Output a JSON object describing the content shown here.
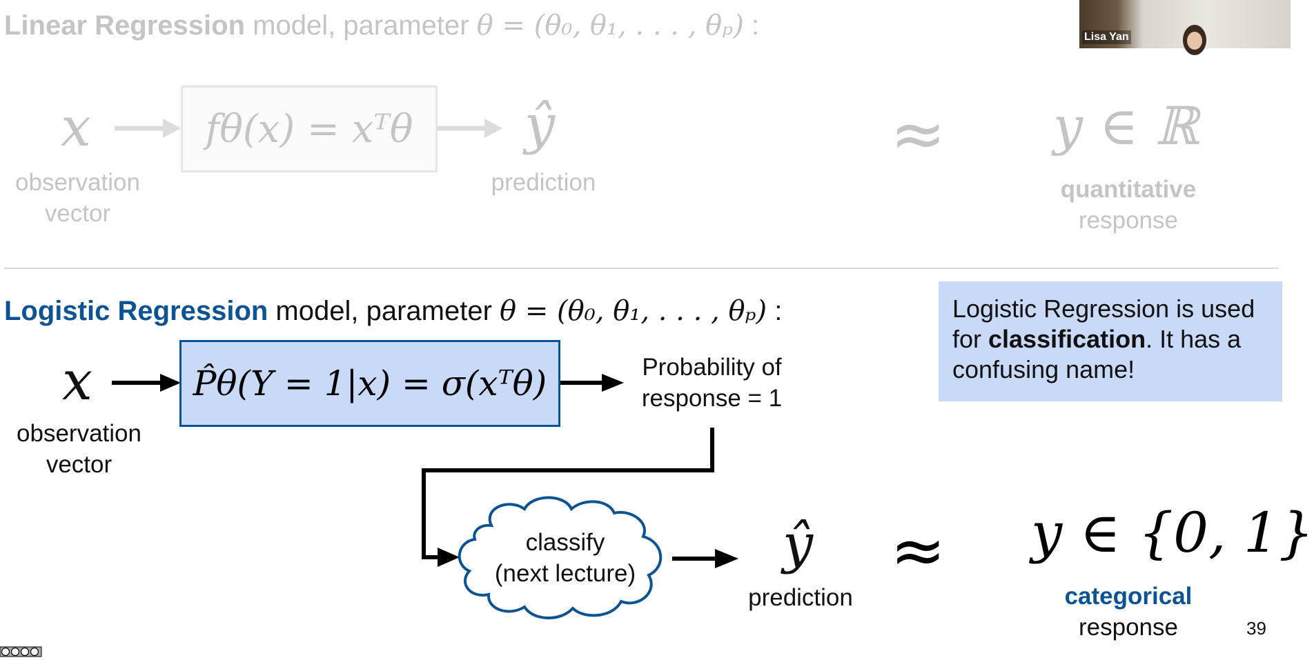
{
  "linear": {
    "title_bold": "Linear Regression",
    "title_rest": " model, parameter ",
    "param": "θ = (θ₀, θ₁, . . . , θₚ)",
    "param_colon": " :",
    "input_var": "x",
    "input_label_line1": "observation",
    "input_label_line2": "vector",
    "model_formula": "fθ(x) = xᵀθ",
    "output_var": "ŷ",
    "output_label": "prediction",
    "approx": "≈",
    "response_formula": "y ∈ ℝ",
    "response_label_bold": "quantitative",
    "response_label_rest": "response"
  },
  "logistic": {
    "title_bold": "Logistic Regression",
    "title_rest": " model, parameter ",
    "param": "θ = (θ₀, θ₁, . . . , θₚ)",
    "param_colon": " :",
    "input_var": "x",
    "input_label_line1": "observation",
    "input_label_line2": "vector",
    "model_formula": "P̂θ(Y = 1|x) = σ(xᵀθ)",
    "prob_label_line1": "Probability of",
    "prob_label_line2": "response = 1",
    "classify_line1": "classify",
    "classify_line2": "(next lecture)",
    "output_var": "ŷ",
    "output_label": "prediction",
    "approx": "≈",
    "response_formula": "y ∈ {0, 1}",
    "response_label_bold": "categorical",
    "response_label_rest": "response"
  },
  "note": {
    "text_before": "Logistic Regression is used for ",
    "text_bold": "classification",
    "text_after": ". It has a confusing name!"
  },
  "video": {
    "name": "Lisa Yan"
  },
  "footer": {
    "page_number": "39",
    "license_icon": "creative-commons-icon"
  },
  "colors": {
    "logistic_blue": "#0b5394",
    "box_fill": "#c9daf8",
    "faded_text": "#c4c4c4",
    "divider": "#d9d9d9"
  }
}
